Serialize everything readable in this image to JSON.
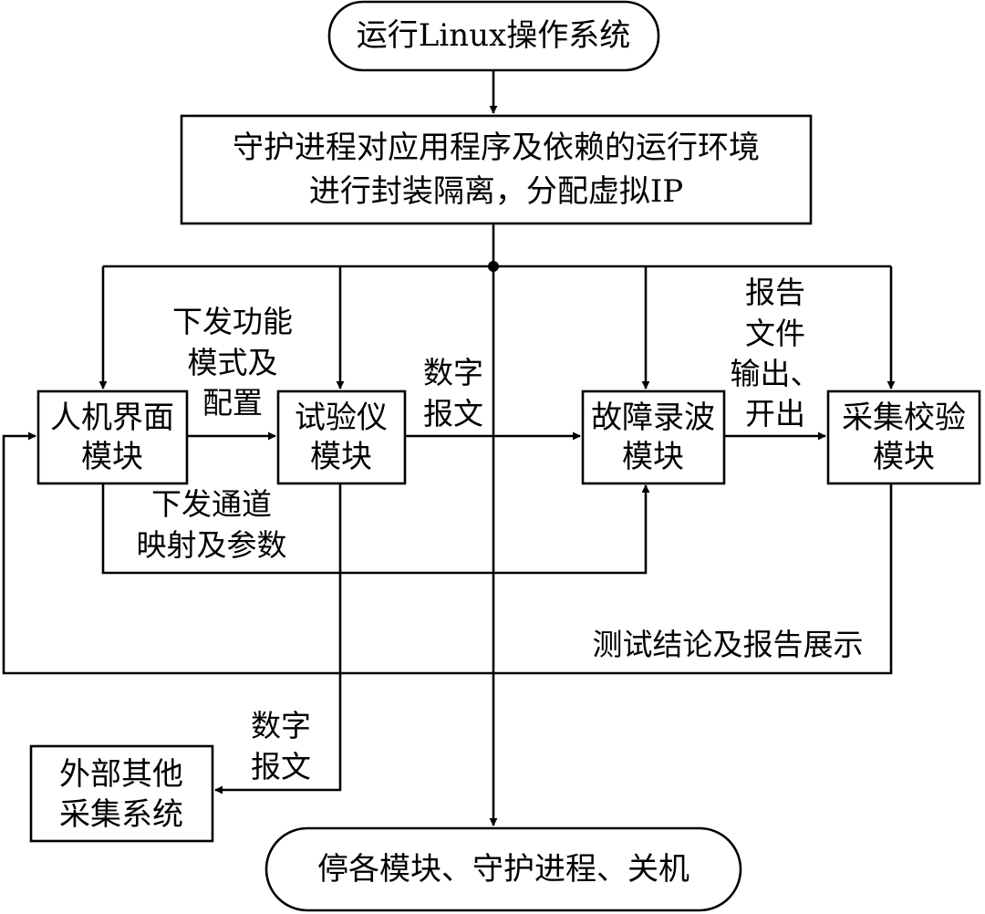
{
  "nodes": {
    "start": {
      "label": "运行Linux操作系统"
    },
    "daemon": {
      "lines": [
        "守护进程对应用程序及依赖的运行环境",
        "进行封装隔离，分配虚拟IP"
      ]
    },
    "hmi": {
      "lines": [
        "人机界面",
        "模块"
      ]
    },
    "tester": {
      "lines": [
        "试验仪",
        "模块"
      ]
    },
    "recorder": {
      "lines": [
        "故障录波",
        "模块"
      ]
    },
    "checker": {
      "lines": [
        "采集校验",
        "模块"
      ]
    },
    "external": {
      "lines": [
        "外部其他",
        "采集系统"
      ]
    },
    "end": {
      "label": "停各模块、守护进程、关机"
    }
  },
  "edges": {
    "hmi_to_tester": [
      "下发功能",
      "模式及",
      "配置"
    ],
    "tester_to_recorder": [
      "数字",
      "报文"
    ],
    "recorder_to_checker": [
      "报告",
      "文件",
      "输出、",
      "开出"
    ],
    "hmi_to_recorder": [
      "下发通道",
      "映射及参数"
    ],
    "checker_to_hmi": [
      "测试结论及报告展示"
    ],
    "tester_to_external": [
      "数字",
      "报文"
    ]
  }
}
